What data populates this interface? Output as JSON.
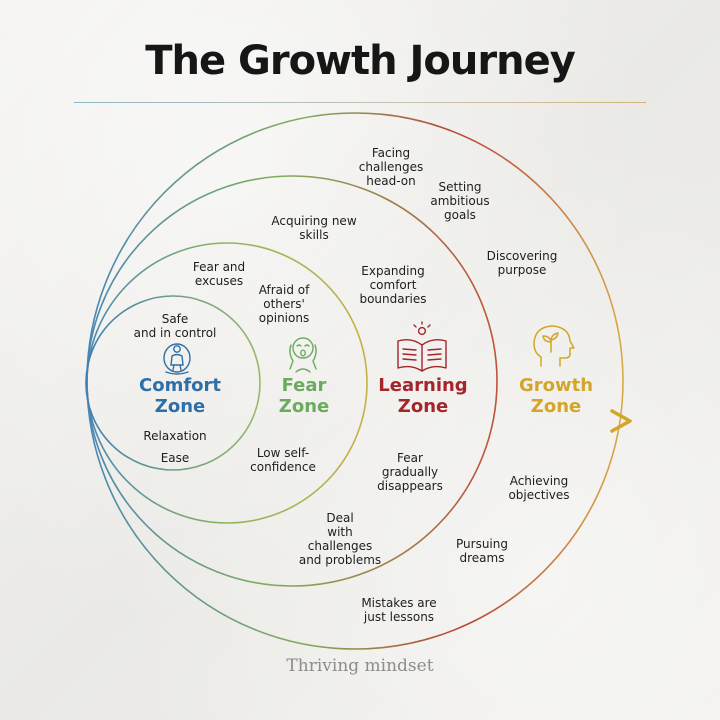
{
  "title": "The Growth Journey",
  "brand": "Thriving mindset",
  "colors": {
    "comfort": "#2f6fa8",
    "fear": "#6aab5e",
    "learning": "#a3262b",
    "growth": "#d3a52a",
    "ring_comfort": "#4a87b5",
    "ring_fear": "#8cb65a",
    "ring_learning": "#b8453a",
    "ring_growth": "#d8a94a"
  },
  "zones": {
    "comfort": {
      "name": "Comfort\nZone",
      "icon": "person-icon"
    },
    "fear": {
      "name": "Fear\nZone",
      "icon": "scared-face-icon"
    },
    "learning": {
      "name": "Learning\nZone",
      "icon": "open-book-icon"
    },
    "growth": {
      "name": "Growth\nZone",
      "icon": "head-plant-icon"
    }
  },
  "labels": {
    "safe_in_control": "Safe\nand in control",
    "relaxation": "Relaxation",
    "ease": "Ease",
    "fear_excuses": "Fear and\nexcuses",
    "afraid_opinions": "Afraid of\nothers'\nopinions",
    "low_confidence": "Low self-\nconfidence",
    "acquiring_skills": "Acquiring new\nskills",
    "expanding_boundaries": "Expanding\ncomfort\nboundaries",
    "fear_disappears": "Fear\ngradually\ndisappears",
    "deal_challenges": "Deal\nwith\nchallenges\nand problems",
    "facing_challenges": "Facing\nchallenges\nhead-on",
    "setting_goals": "Setting\nambitious\ngoals",
    "discovering_purpose": "Discovering\npurpose",
    "achieving_objectives": "Achieving\nobjectives",
    "pursuing_dreams": "Pursuing\ndreams",
    "mistakes_lessons": "Mistakes are\njust lessons"
  }
}
